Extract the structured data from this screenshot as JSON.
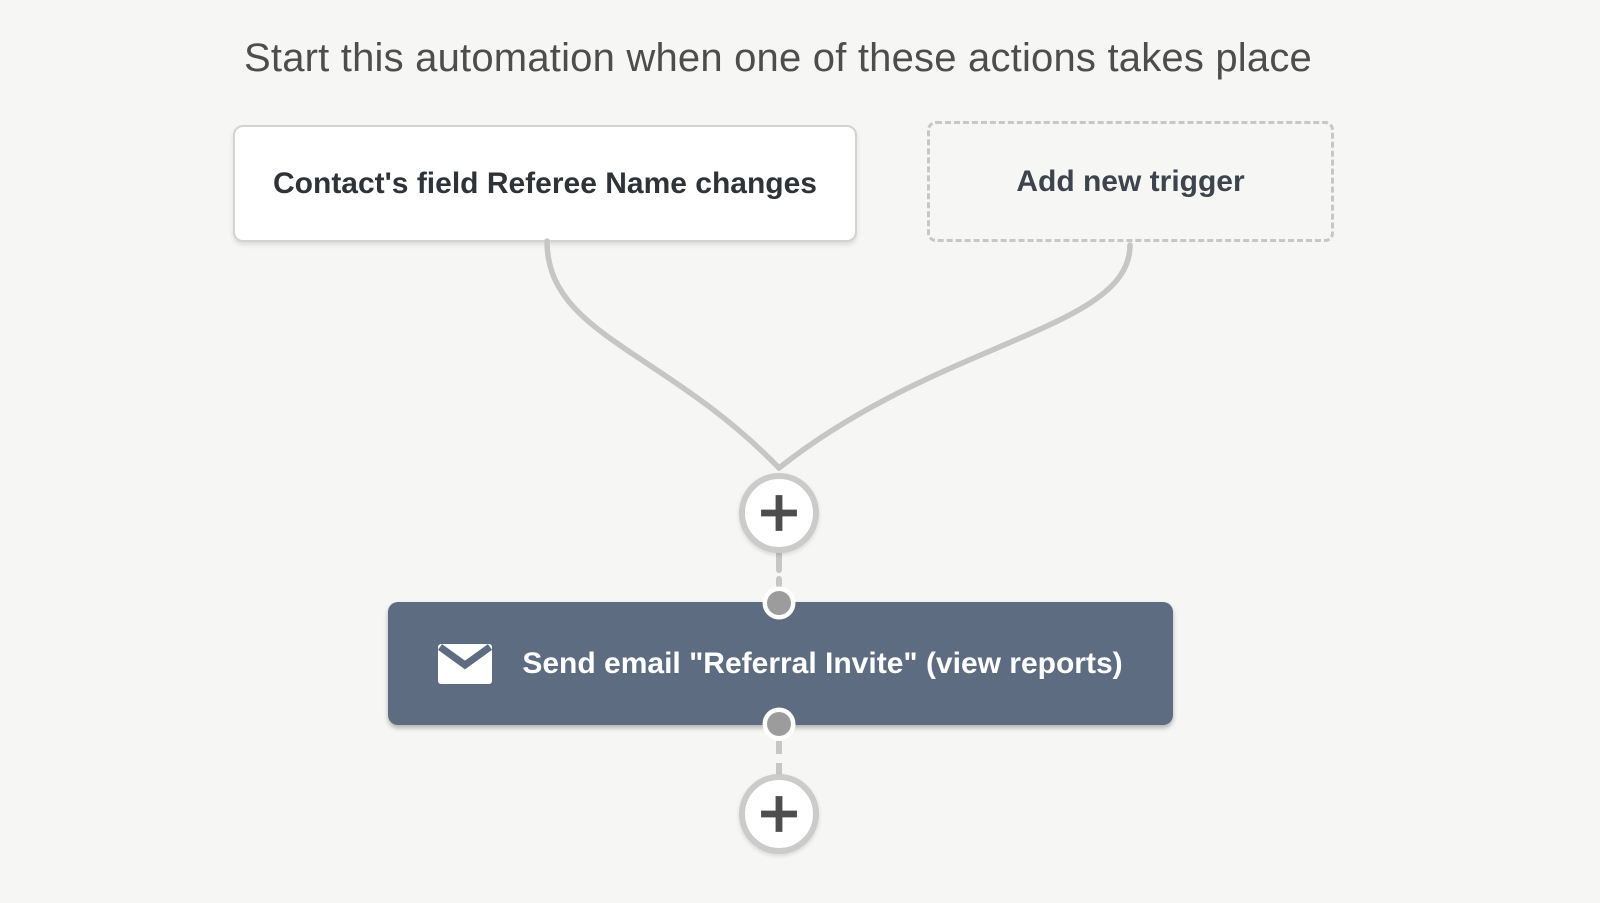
{
  "header": {
    "title": "Start this automation when one of these actions takes place"
  },
  "triggers": {
    "existing": {
      "label": "Contact's field Referee Name changes"
    },
    "add_new": {
      "label": "Add new trigger"
    }
  },
  "actions": {
    "send_email": {
      "label": "Send email \"Referral Invite\" (view reports)",
      "icon": "envelope-icon"
    }
  },
  "buttons": {
    "add_step_top": {
      "icon": "plus-icon"
    },
    "add_step_bottom": {
      "icon": "plus-icon"
    }
  },
  "colors": {
    "background": "#f6f6f4",
    "title_text": "#4d4d4d",
    "trigger_text": "#2e3338",
    "add_trigger_text": "#3e444d",
    "card_border": "#d3d3d3",
    "dashed_border": "#c7c7c7",
    "connector": "#c6c6c6",
    "dot_fill": "#9c9c9c",
    "action_bg": "#5d6c80",
    "action_text": "#ffffff",
    "plus_ring": "#cbcbcb",
    "plus_glyph": "#4d4d4d"
  }
}
